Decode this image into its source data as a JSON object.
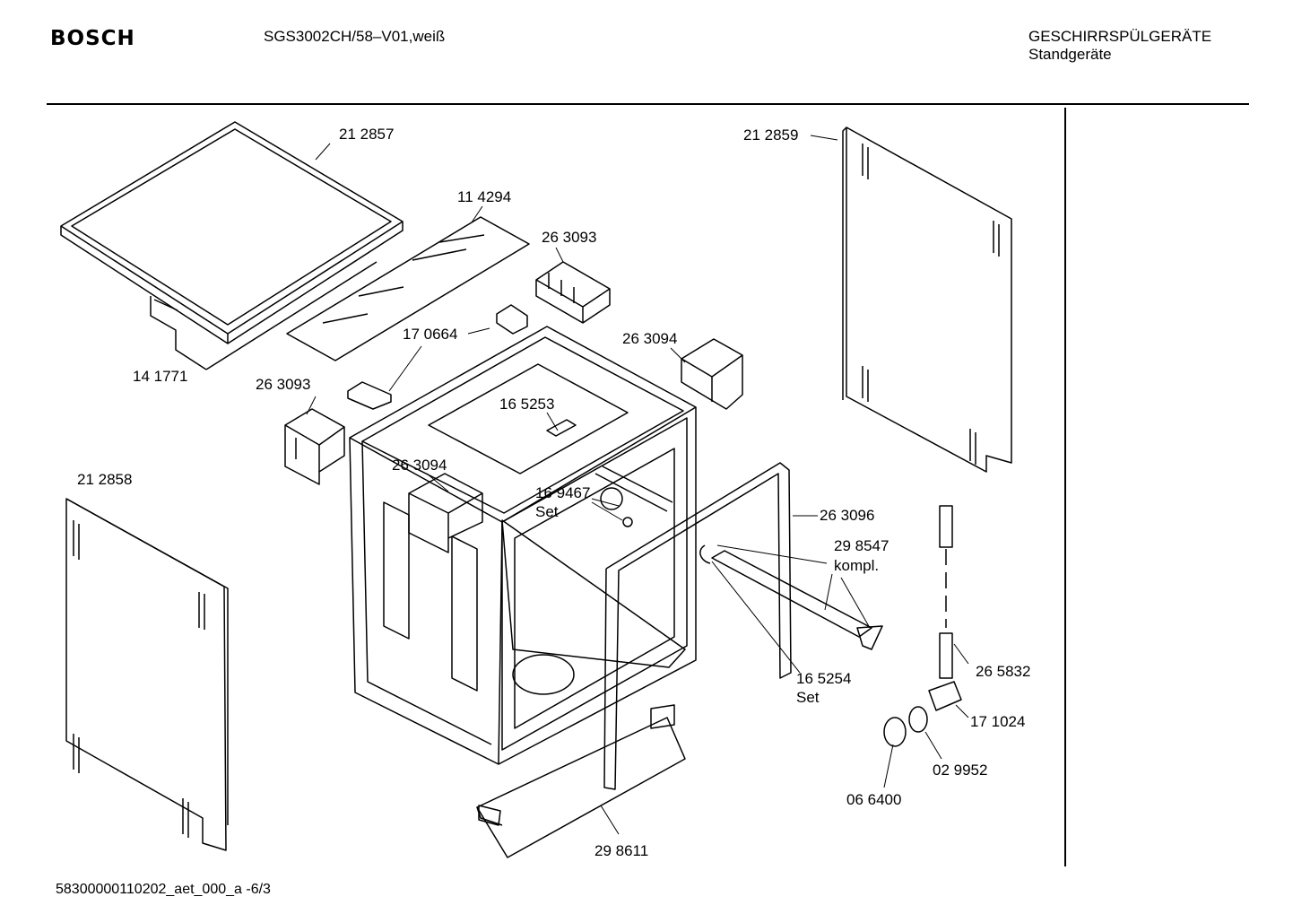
{
  "header": {
    "brand": "BOSCH",
    "model": "SGS3002CH/58–V01,weiß",
    "category": "GESCHIRRSPÜLGERÄTE",
    "subcategory": "Standgeräte"
  },
  "parts": {
    "p212857": "21 2857",
    "p114294": "11 4294",
    "p263093a": "26 3093",
    "p170664": "17 0664",
    "p141771": "14 1771",
    "p263093b": "26 3093",
    "p263094a": "26 3094",
    "p165253": "16 5253",
    "p263094b": "26 3094",
    "p169467": "16 9467",
    "set1": "Set",
    "p212858": "21 2858",
    "p212859": "21 2859",
    "p263096": "26 3096",
    "p298547": "29 8547",
    "kompl": "kompl.",
    "p165254": "16 5254",
    "set2": "Set",
    "p265832": "26 5832",
    "p171024": "17 1024",
    "p029952": "02 9952",
    "p066400": "06 6400",
    "p298611": "29 8611"
  },
  "footer": {
    "doc_id": "58300000110202_aet_000_a  -6/3"
  }
}
